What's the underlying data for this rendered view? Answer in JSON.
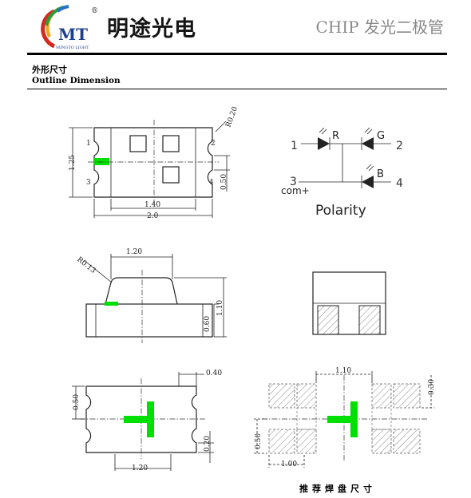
{
  "header": {
    "logo_text": "MT",
    "logo_sub": "MINGTO LIGHT",
    "registered": "®",
    "company_name": "明途光电",
    "product_title": "CHIP 发光二极管"
  },
  "section": {
    "title_cn": "外形尺寸",
    "title_en": "Outline Dimension"
  },
  "top_view": {
    "pin1": "1",
    "pin2": "2",
    "pin3": "3",
    "pin4": "4",
    "dim_width": "2.0",
    "dim_pad_span": "1.40",
    "dim_height": "1.25",
    "dim_pitch": "0.50",
    "dim_radius": "R0.20"
  },
  "polarity": {
    "title": "Polarity",
    "pin1": "1",
    "pin2": "2",
    "pin3": "3",
    "pin4": "4",
    "label_r": "R",
    "label_g": "G",
    "label_b": "B",
    "common": "com+"
  },
  "side_view": {
    "dim_lens_width": "1.20",
    "dim_radius": "R0.13",
    "dim_total_height": "1.10",
    "dim_base_height": "0.60"
  },
  "bottom_view": {
    "dim_pad_len": "0.40",
    "dim_pitch": "0.50",
    "dim_pad_w": "0.20",
    "dim_span": "1.20"
  },
  "pad_layout": {
    "dim_gap": "1.10",
    "dim_height": "0.30",
    "dim_pitch": "0.50",
    "dim_pad_len": "1.00",
    "caption": "推荐焊盘尺寸"
  },
  "colors": {
    "led_green": "#00e000",
    "header_gray": "#8a8a8a",
    "logo_blue": "#1e3f8f"
  }
}
